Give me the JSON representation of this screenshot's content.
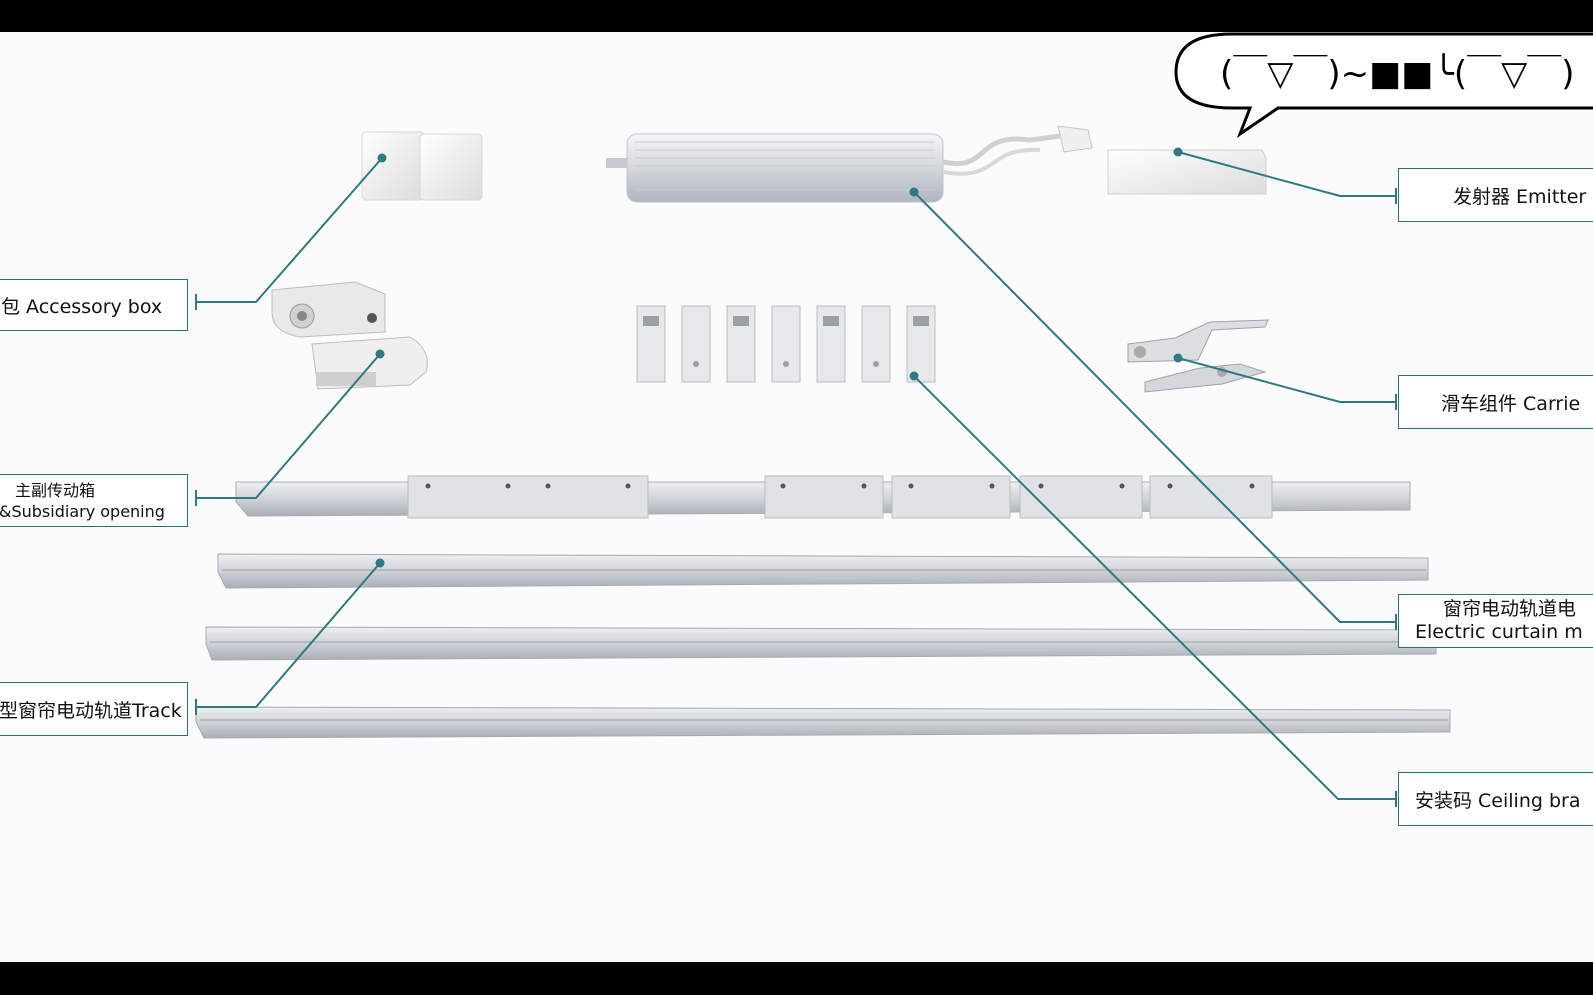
{
  "colors": {
    "background": "#fbfbfc",
    "leader_line": "#2f7a82",
    "label_border": "#2f6f77",
    "letterbox": "#000000",
    "metal": "#c9cdd2"
  },
  "bubble": {
    "text": "(￣▽￣)~■■╰(￣▽￣)"
  },
  "labels": {
    "accessory_box": "包 Accessory box",
    "gearbox_cn": "主副传动箱",
    "gearbox_en": "&Subsidiary opening",
    "track": "型窗帘电动轨道Track",
    "emitter": "发射器 Emitter",
    "carrier": "滑车组件 Carrie",
    "motor_cn": "窗帘电动轨道电",
    "motor_en": "Electric curtain m",
    "ceiling_bracket": "安装码 Ceiling bra"
  }
}
